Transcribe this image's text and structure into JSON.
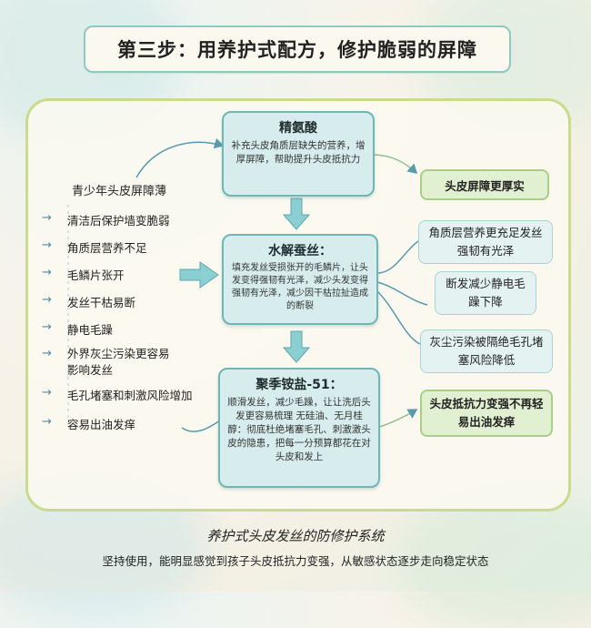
{
  "title": "第三步：用养护式配方，修护脆弱的屏障",
  "center_nodes": [
    {
      "heading": "精氨酸",
      "body": "补充头皮角质层缺失的营养，增厚屏障，帮助提升头皮抵抗力"
    },
    {
      "heading": "水解蚕丝：",
      "body": "填充发丝受损张开的毛鳞片，让头发变得强韧有光泽，减少头发变得强韧有光泽，减少因干枯拉扯造成的断裂"
    },
    {
      "heading": "聚季铵盐-51：",
      "body": "顺滑发丝，减少毛躁，让让洗后头发更容易梳理 无硅油、无月桂醇：彻底杜绝堵塞毛孔、刺激激头皮的隐患，把每一分预算都花在对头皮和发上"
    }
  ],
  "left": {
    "heading": "青少年头皮屏障薄",
    "items": [
      "清洁后保护墙变脆弱",
      "角质层营养不足",
      "毛鳞片张开",
      "发丝干枯易断",
      "静电毛躁",
      "外界灰尘污染更容易影响发丝",
      "毛孔堵塞和刺激风险增加",
      "容易出油发痒"
    ]
  },
  "right": {
    "top": "头皮屏障更厚实",
    "items": [
      "角质层营养更充足发丝强韧有光泽",
      "断发减少静电毛躁下降",
      "灰尘污染被隔绝毛孔堵塞风险降低"
    ],
    "bottom": "头皮抵抗力变强不再轻易出油发痒"
  },
  "footer": {
    "title": "养护式头皮发丝的防修护系统",
    "subtitle": "坚持使用，能明显感觉到孩子头皮抵抗力变强，从敏感状态逐步走向稳定状态"
  },
  "colors": {
    "center_fill": "#d7ecec",
    "center_border": "#6fb6b6",
    "green_tag_fill": "#e2f0d2",
    "frame": "#c9dc8b",
    "arrow": "#4a8fa8"
  }
}
